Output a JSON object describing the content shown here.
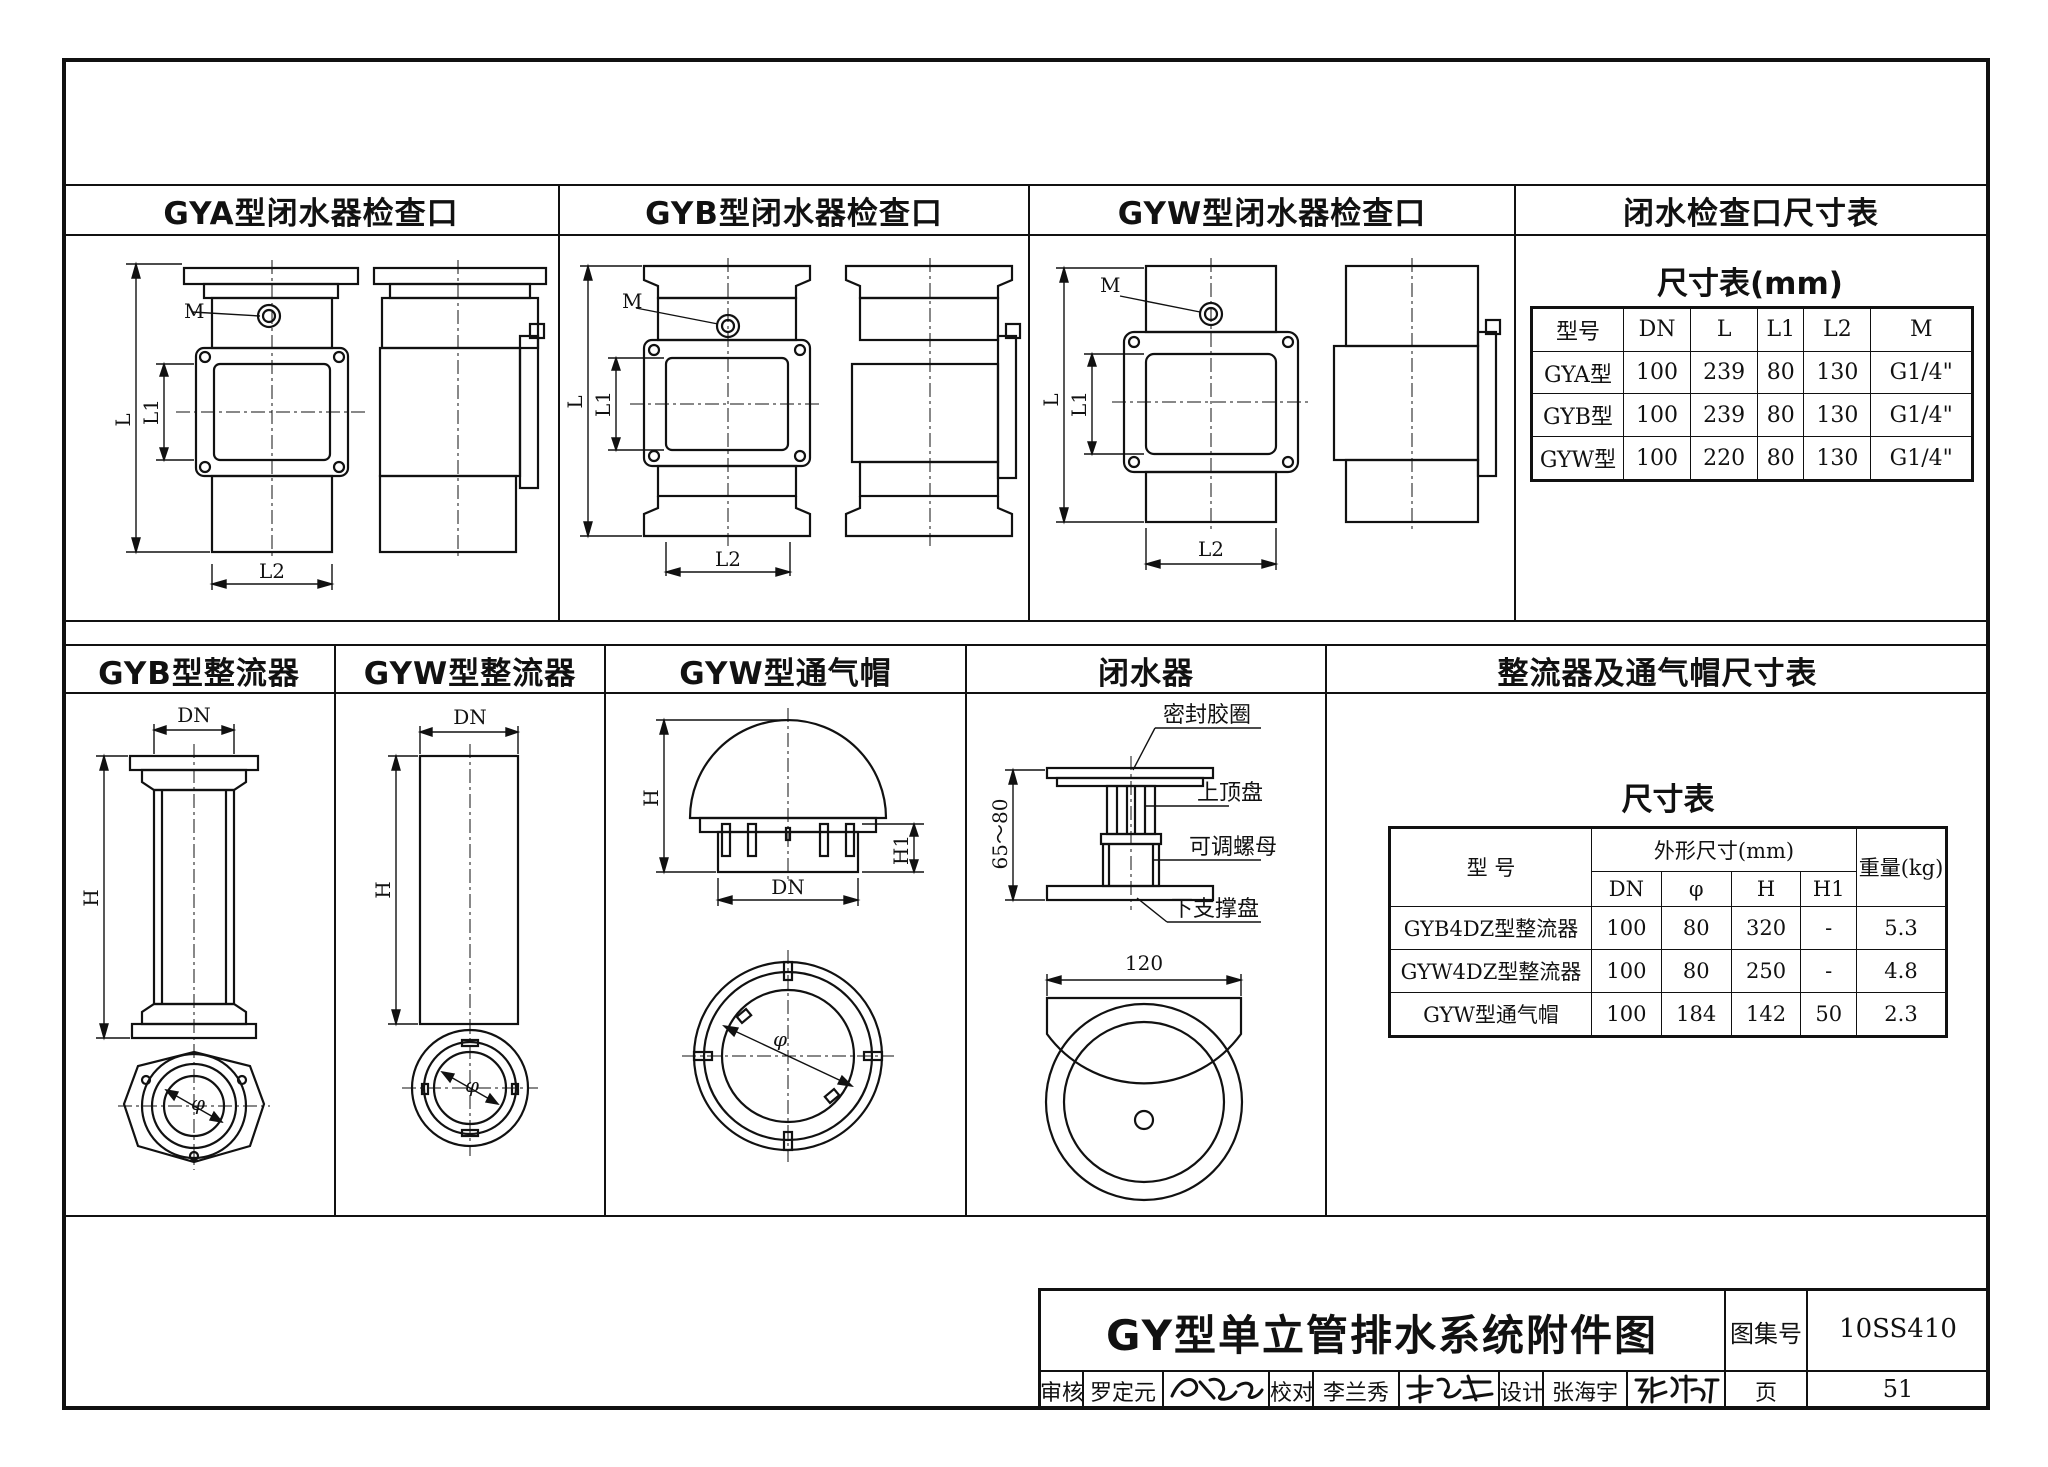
{
  "panels": {
    "gya_title": "GYA型闭水器检查口",
    "gyb_title": "GYB型闭水器检查口",
    "gyw_title": "GYW型闭水器检查口",
    "inspect_table_title": "闭水检查口尺寸表",
    "gyb_rect_title": "GYB型整流器",
    "gyw_rect_title": "GYW型整流器",
    "gyw_cap_title": "GYW型通气帽",
    "closer_title": "闭水器",
    "rect_table_title": "整流器及通气帽尺寸表"
  },
  "dims": {
    "M": "M",
    "L": "L",
    "L1": "L1",
    "L2": "L2",
    "DN": "DN",
    "H": "H",
    "H1": "H1",
    "phi": "φ",
    "range": "65～80",
    "width120": "120"
  },
  "closer_labels": {
    "seal": "密封胶圈",
    "top": "上顶盘",
    "nut": "可调螺母",
    "bottom": "下支撑盘"
  },
  "inspect_table": {
    "caption": "尺寸表(mm)",
    "headers": [
      "型号",
      "DN",
      "L",
      "L1",
      "L2",
      "M"
    ],
    "rows": [
      [
        "GYA型",
        "100",
        "239",
        "80",
        "130",
        "G1/4\""
      ],
      [
        "GYB型",
        "100",
        "239",
        "80",
        "130",
        "G1/4\""
      ],
      [
        "GYW型",
        "100",
        "220",
        "80",
        "130",
        "G1/4\""
      ]
    ]
  },
  "rect_table": {
    "caption": "尺寸表",
    "h_model": "型  号",
    "h_outer": "外形尺寸(mm)",
    "h_weight": "重量(kg)",
    "sub": [
      "DN",
      "φ",
      "H",
      "H1"
    ],
    "rows": [
      [
        "GYB4DZ型整流器",
        "100",
        "80",
        "320",
        "-",
        "5.3"
      ],
      [
        "GYW4DZ型整流器",
        "100",
        "80",
        "250",
        "-",
        "4.8"
      ],
      [
        "GYW型通气帽",
        "100",
        "184",
        "142",
        "50",
        "2.3"
      ]
    ]
  },
  "title_block": {
    "main_title": "GY型单立管排水系统附件图",
    "atlas_label": "图集号",
    "atlas_no": "10SS410",
    "review_label": "审核",
    "reviewer": "罗定元",
    "check_label": "校对",
    "checker": "李兰秀",
    "design_label": "设计",
    "designer": "张海宇",
    "page_label": "页",
    "page_no": "51"
  }
}
